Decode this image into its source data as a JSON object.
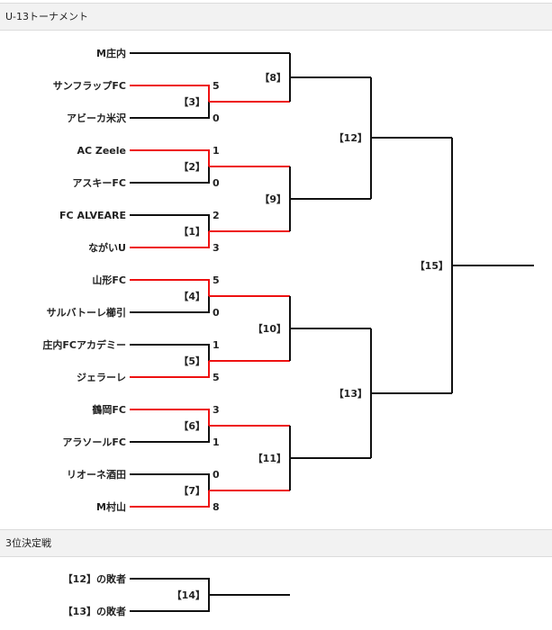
{
  "main_bracket": {
    "title": "U-13トーナメント",
    "teams": [
      {
        "name": "M庄内",
        "score": ""
      },
      {
        "name": "サンフラップFC",
        "score": "5"
      },
      {
        "name": "アビーカ米沢",
        "score": "0"
      },
      {
        "name": "AC Zeele",
        "score": "1"
      },
      {
        "name": "アスキーFC",
        "score": "0"
      },
      {
        "name": "FC ALVEARE",
        "score": "2"
      },
      {
        "name": "ながいU",
        "score": "3"
      },
      {
        "name": "山形FC",
        "score": "5"
      },
      {
        "name": "サルバトーレ櫛引",
        "score": "0"
      },
      {
        "name": "庄内FCアカデミー",
        "score": "1"
      },
      {
        "name": "ジェラーレ",
        "score": "5"
      },
      {
        "name": "鶴岡FC",
        "score": "3"
      },
      {
        "name": "アラソールFC",
        "score": "1"
      },
      {
        "name": "リオーネ酒田",
        "score": "0"
      },
      {
        "name": "M村山",
        "score": "8"
      }
    ],
    "matches": {
      "m1": "【1】",
      "m2": "【2】",
      "m3": "【3】",
      "m4": "【4】",
      "m5": "【5】",
      "m6": "【6】",
      "m7": "【7】",
      "m8": "【8】",
      "m9": "【9】",
      "m10": "【10】",
      "m11": "【11】",
      "m12": "【12】",
      "m13": "【13】",
      "m15": "【15】"
    }
  },
  "third_place": {
    "title": "3位決定戦",
    "entries": [
      "【12】の敗者",
      "【13】の敗者"
    ],
    "match": "【14】"
  },
  "colors": {
    "winner_line": "#ee1111",
    "line": "#111111",
    "header_bg": "#f2f2f2"
  }
}
